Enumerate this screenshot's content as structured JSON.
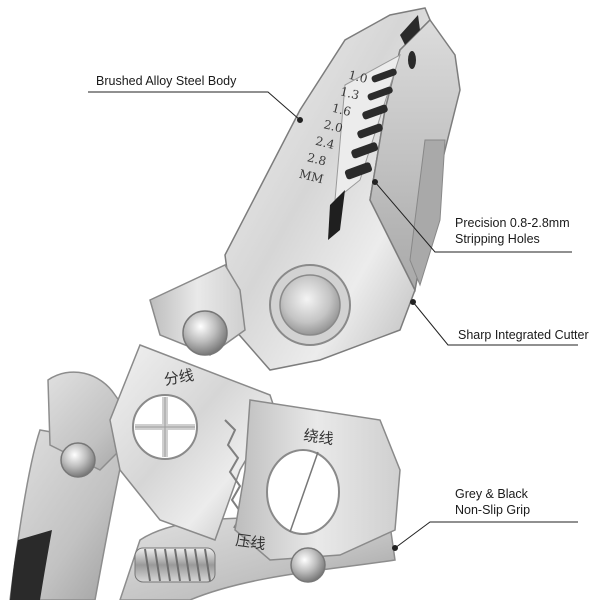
{
  "callouts": {
    "body": {
      "line1": "Brushed Alloy Steel Body"
    },
    "holes": {
      "line1": "Precision 0.8-2.8mm",
      "line2": "Stripping Holes"
    },
    "cutter": {
      "line1": "Sharp Integrated Cutter"
    },
    "grip": {
      "line1": "Grey & Black",
      "line2": "Non-Slip Grip"
    }
  },
  "engraving": {
    "scale": [
      "1.0",
      "1.3",
      "1.6",
      "2.0",
      "2.4",
      "2.8",
      "MM"
    ],
    "fen_xian": "分线",
    "rao_xian": "绕线",
    "ya_xian": "压线"
  },
  "colors": {
    "steel_light": "#e4e4e4",
    "steel_mid": "#c9c9c9",
    "steel_dark": "#8f8f8f",
    "grip_grey": "#c8c8c8",
    "grip_black": "#2a2a2a",
    "leader_line": "#222222"
  }
}
